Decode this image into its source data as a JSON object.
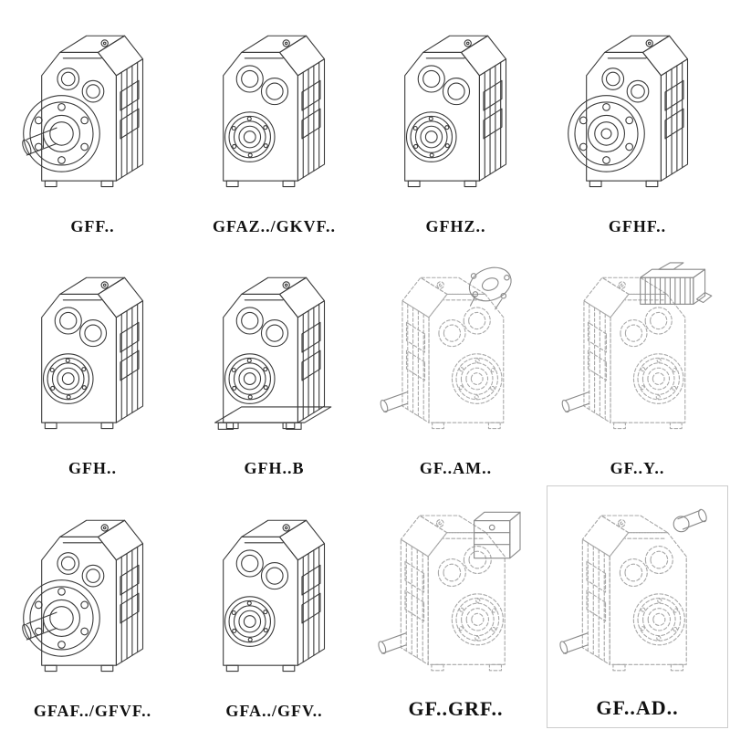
{
  "page": {
    "description": "Catalog sheet of parallel shaft helical gear reducer model variants",
    "background": "#ffffff"
  },
  "colors": {
    "line": "#3a3a3a",
    "dashed_line": "#a8a8a8",
    "attachment": "#8a8a8a",
    "label": "#111111",
    "panel_border": "#cccccc"
  },
  "grid": {
    "rows": 3,
    "columns": 4,
    "items": [
      {
        "label": "GFF..",
        "icon": "gearbox-output-flange-shaft-icon",
        "style": "solid"
      },
      {
        "label": "GFAZ../GKVF..",
        "icon": "gearbox-hollow-shaft-icon",
        "style": "solid"
      },
      {
        "label": "GFHZ..",
        "icon": "gearbox-hollow-shaft-icon",
        "style": "solid"
      },
      {
        "label": "GFHF..",
        "icon": "gearbox-front-flange-icon",
        "style": "solid"
      },
      {
        "label": "GFH..",
        "icon": "gearbox-hollow-shaft-icon",
        "style": "solid"
      },
      {
        "label": "GFH..B",
        "icon": "gearbox-foot-mounted-icon",
        "style": "solid"
      },
      {
        "label": "GF..AM..",
        "icon": "gearbox-iec-adapter-flange-icon",
        "style": "dashed"
      },
      {
        "label": "GF..Y..",
        "icon": "gearbox-motor-mounted-icon",
        "style": "dashed"
      },
      {
        "label": "GFAF../GFVF..",
        "icon": "gearbox-output-flange-shaft-icon",
        "style": "solid"
      },
      {
        "label": "GFA../GFV..",
        "icon": "gearbox-hollow-shaft-icon",
        "style": "solid"
      },
      {
        "label": "GF..GRF..",
        "icon": "gearbox-cover-adapter-icon",
        "style": "dashed"
      },
      {
        "label": "GF..AD..",
        "icon": "gearbox-input-shaft-icon",
        "style": "dashed"
      }
    ]
  }
}
